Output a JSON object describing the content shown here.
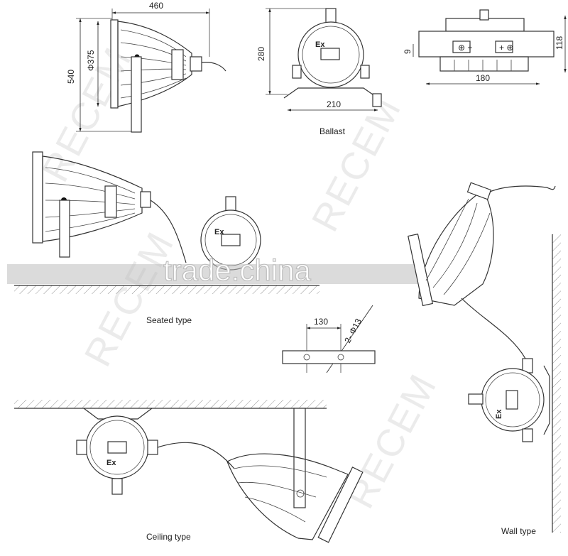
{
  "dimensions": {
    "top_width": "460",
    "top_height": "540",
    "diameter": "Φ375",
    "ballast_height": "280",
    "ballast_base": "210",
    "side_width": "180",
    "side_height": "118",
    "side_small": "9",
    "bracket_spacing": "130",
    "hole_spec": "2- Φ13"
  },
  "captions": {
    "ballast": "Ballast",
    "seated": "Seated type",
    "ceiling": "Ceiling type",
    "wall": "Wall type"
  },
  "ex_mark": "Ex",
  "watermark": {
    "brand": "RECEM",
    "site": "trade.china"
  }
}
